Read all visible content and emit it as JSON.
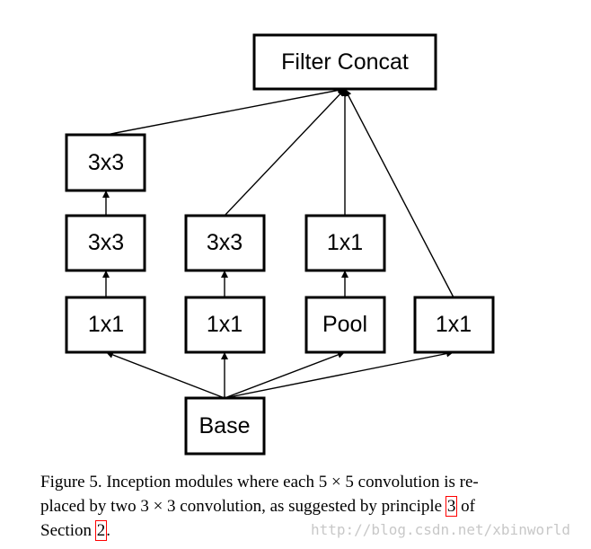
{
  "nodes": {
    "filter_concat": "Filter Concat",
    "b1_top_3x3": "3x3",
    "b1_mid_3x3": "3x3",
    "b1_1x1": "1x1",
    "b2_3x3": "3x3",
    "b2_1x1": "1x1",
    "b3_1x1": "1x1",
    "b3_pool": "Pool",
    "b4_1x1": "1x1",
    "base": "Base"
  },
  "caption": {
    "line1": "Figure 5. Inception modules where each 5 × 5 convolution is re-",
    "line2_before": "placed by two 3 × 3 convolution, as suggested by principle ",
    "principle_ref": "3",
    "line2_after": " of",
    "line3_before": "Section ",
    "section_ref": "2",
    "line3_after": "."
  },
  "watermark": "http://blog.csdn.net/xbinworld"
}
